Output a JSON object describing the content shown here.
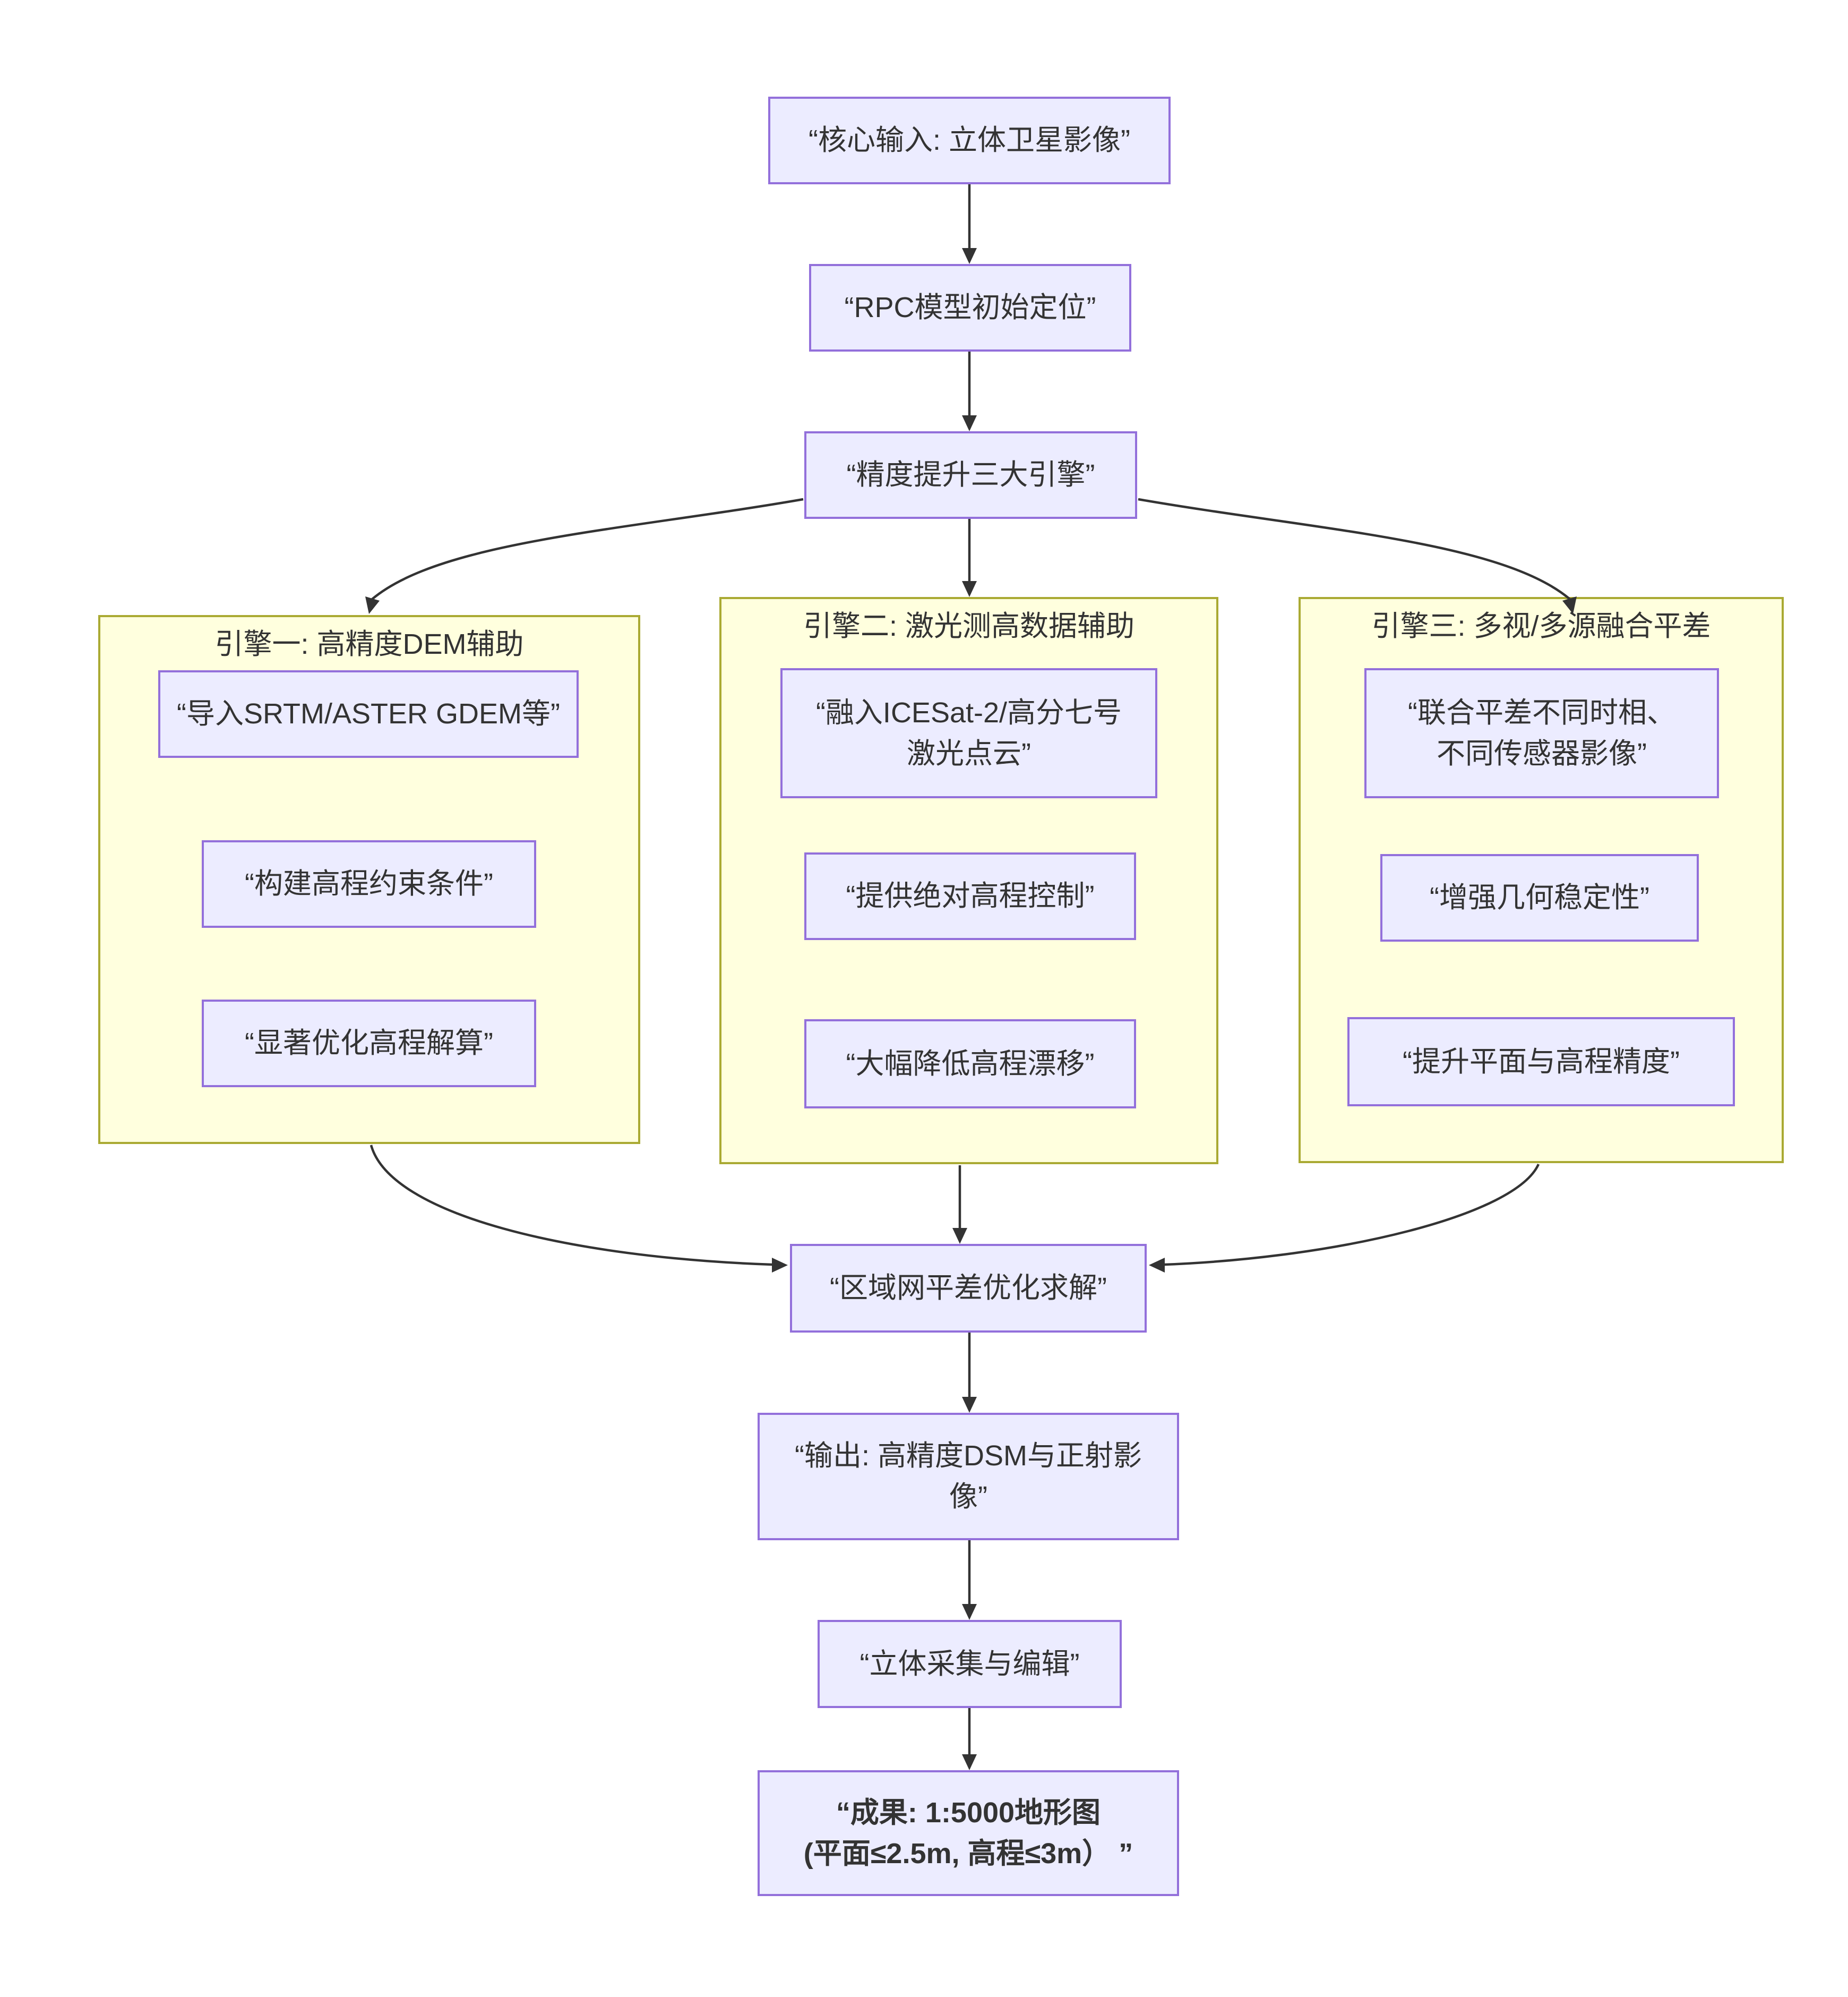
{
  "diagram": {
    "type": "flowchart",
    "direction": "top-down",
    "colors": {
      "node_fill": "#ECECFF",
      "node_border": "#9370DB",
      "cluster_fill": "#FFFFDE",
      "cluster_border": "#AAAA33",
      "edge": "#333333",
      "text": "#333333",
      "background": "#FFFFFF"
    },
    "nodes": {
      "core_input": {
        "label": "“核心输入: 立体卫星影像”"
      },
      "rpc": {
        "label": "“RPC模型初始定位”"
      },
      "engines_hub": {
        "label": "“精度提升三大引擎”"
      },
      "dem_import": {
        "label": "“导入SRTM/ASTER GDEM等”"
      },
      "dem_constraint": {
        "label": "“构建高程约束条件”"
      },
      "dem_optimize": {
        "label": "“显著优化高程解算”"
      },
      "laser_fuse": {
        "label": "“融入ICESat-2/高分七号\n激光点云”"
      },
      "laser_control": {
        "label": "“提供绝对高程控制”"
      },
      "laser_drift": {
        "label": "“大幅降低高程漂移”"
      },
      "multi_adjust": {
        "label": "“联合平差不同时相、\n不同传感器影像”"
      },
      "multi_stability": {
        "label": "“增强几何稳定性”"
      },
      "multi_precision": {
        "label": "“提升平面与高程精度”"
      },
      "block_adjust": {
        "label": "“区域网平差优化求解”"
      },
      "output_dsm": {
        "label": "“输出: 高精度DSM与正射影\n像”"
      },
      "stereo_edit": {
        "label": "“立体采集与编辑”"
      },
      "result": {
        "label": "“成果: 1:5000地形图\n(平面≤2.5m, 高程≤3m） ”"
      }
    },
    "subgraphs": {
      "engine1": {
        "title": "引擎一: 高精度DEM辅助",
        "children": [
          "dem_import",
          "dem_constraint",
          "dem_optimize"
        ]
      },
      "engine2": {
        "title": "引擎二: 激光测高数据辅助",
        "children": [
          "laser_fuse",
          "laser_control",
          "laser_drift"
        ]
      },
      "engine3": {
        "title": "引擎三: 多视/多源融合平差",
        "children": [
          "multi_adjust",
          "multi_stability",
          "multi_precision"
        ]
      }
    },
    "edges": [
      {
        "from": "core_input",
        "to": "rpc"
      },
      {
        "from": "rpc",
        "to": "engines_hub"
      },
      {
        "from": "engines_hub",
        "to": "engine1"
      },
      {
        "from": "engines_hub",
        "to": "engine2"
      },
      {
        "from": "engines_hub",
        "to": "engine3"
      },
      {
        "from": "engine1",
        "to": "block_adjust"
      },
      {
        "from": "engine2",
        "to": "block_adjust"
      },
      {
        "from": "engine3",
        "to": "block_adjust"
      },
      {
        "from": "block_adjust",
        "to": "output_dsm"
      },
      {
        "from": "output_dsm",
        "to": "stereo_edit"
      },
      {
        "from": "stereo_edit",
        "to": "result"
      }
    ]
  }
}
